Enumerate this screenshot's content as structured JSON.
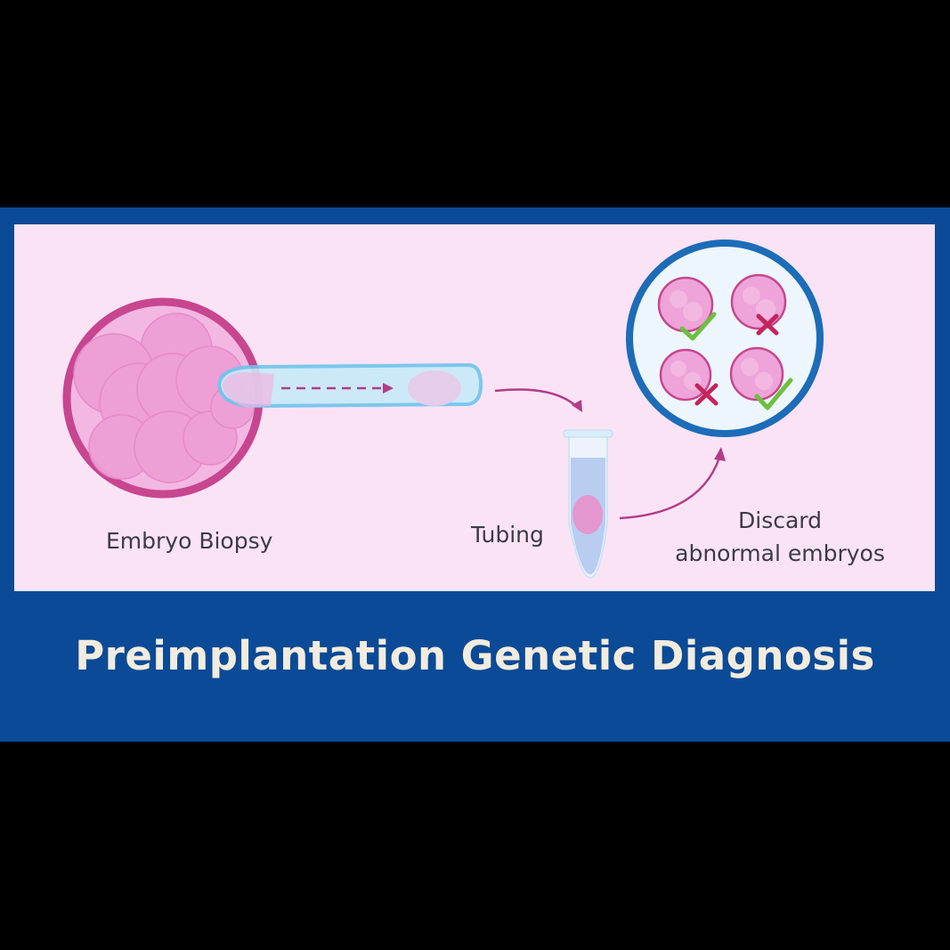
{
  "diagram": {
    "steps": [
      {
        "label": "Embryo Biopsy"
      },
      {
        "label": "Tubing"
      },
      {
        "label_line1": "Discard",
        "label_line2": "abnormal embryos"
      }
    ]
  },
  "title": "Preimplantation Genetic Diagnosis",
  "colors": {
    "background": "#000000",
    "banner": "#0b4a96",
    "panel": "#fbe3f6",
    "embryo_ring": "#c7468f",
    "cell_fill": "#ee9ed6",
    "arrow": "#b23c8a",
    "circle_border": "#1c6cb8",
    "check": "#6fbf3f",
    "cross": "#c4245c",
    "title_text": "#f2ecdf"
  },
  "icons": [
    "embryo",
    "pipette",
    "test-tube",
    "petri-dish",
    "check-icon",
    "cross-icon",
    "arrow"
  ]
}
